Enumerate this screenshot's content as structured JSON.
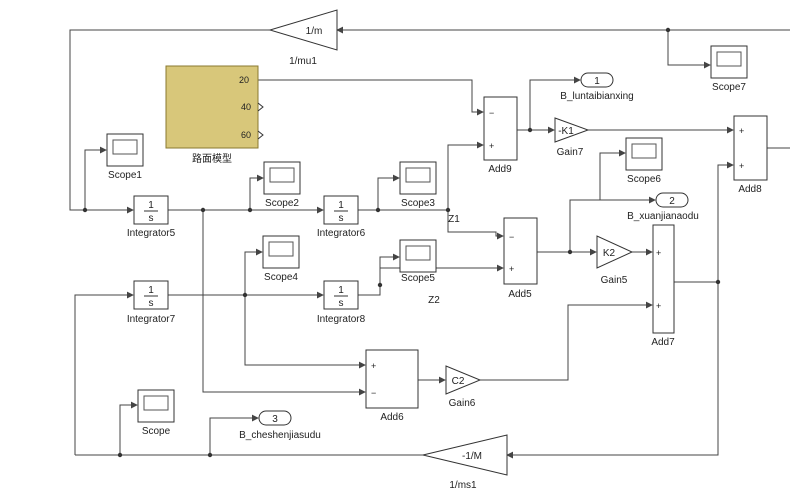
{
  "blocks": {
    "mu1": {
      "label": "1/mu1",
      "text": "1/m"
    },
    "ms1": {
      "label": "1/ms1",
      "text": "-1/M"
    },
    "road": {
      "label": "路面模型",
      "ports": [
        "20",
        "40",
        "60"
      ]
    },
    "scope1": {
      "label": "Scope1"
    },
    "scope2": {
      "label": "Scope2"
    },
    "scope3": {
      "label": "Scope3"
    },
    "scope4": {
      "label": "Scope4"
    },
    "scope5": {
      "label": "Scope5"
    },
    "scope6": {
      "label": "Scope6"
    },
    "scope7": {
      "label": "Scope7"
    },
    "scope": {
      "label": "Scope"
    },
    "int5": {
      "label": "Integrator5",
      "text": "1/s"
    },
    "int6": {
      "label": "Integrator6",
      "text": "1/s"
    },
    "int7": {
      "label": "Integrator7",
      "text": "1/s"
    },
    "int8": {
      "label": "Integrator8",
      "text": "1/s"
    },
    "add9": {
      "label": "Add9"
    },
    "add5": {
      "label": "Add5"
    },
    "add6": {
      "label": "Add6"
    },
    "add7": {
      "label": "Add7"
    },
    "add8": {
      "label": "Add8"
    },
    "gain7": {
      "label": "Gain7",
      "text": "-K1"
    },
    "gain5": {
      "label": "Gain5",
      "text": "K2"
    },
    "gain6": {
      "label": "Gain6",
      "text": "C2"
    },
    "out1": {
      "num": "1",
      "label": "B_luntaibianxing"
    },
    "out2": {
      "num": "2",
      "label": "B_xuanjianaodu"
    },
    "out3": {
      "num": "3",
      "label": "B_cheshenjiasudu"
    }
  },
  "signals": {
    "z1": "Z1",
    "z2": "Z2"
  },
  "signs": {
    "plus": "+",
    "minus": "−"
  },
  "colors": {
    "subsystem_fill": "#d8c77a",
    "subsystem_stroke": "#8a7a30",
    "wire": "#444444"
  }
}
